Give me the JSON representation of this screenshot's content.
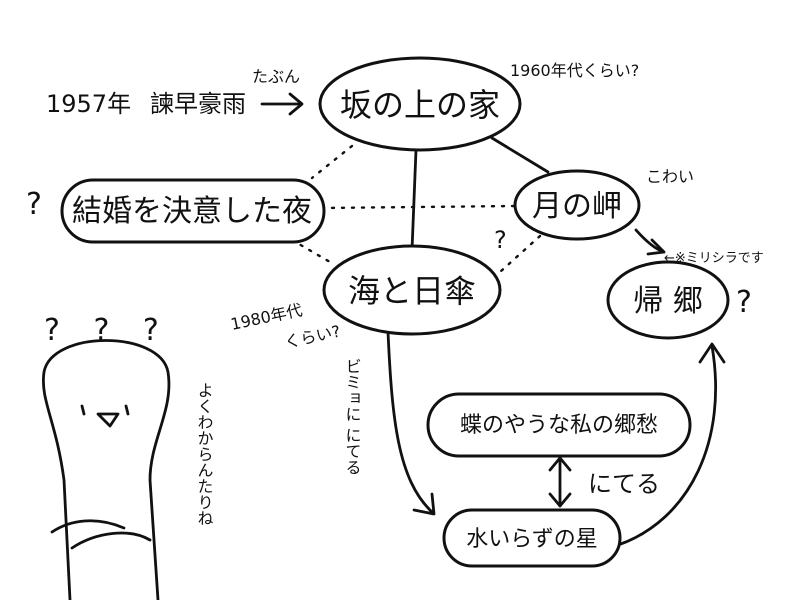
{
  "nodes": {
    "house": "坂の上の家",
    "night": "結婚を決意した夜",
    "moon": "月の岬",
    "sea": "海と日傘",
    "homecoming": "帰 郷",
    "nostalgia": "蝶のやうな私の郷愁",
    "star": "水いらずの星"
  },
  "annotations": {
    "year_1957": "1957年",
    "isahaya": "諫早豪雨",
    "tabun": "たぶん",
    "circa_1960s": "1960年代くらい?",
    "kowai": "こわい",
    "note_mirishira": "←※ミリシラです",
    "circa_1980s_line1": "1980年代",
    "circa_1980s_line2": "くらい?",
    "bimi_nitel": "ビミョに にてる",
    "niteru": "にてる",
    "q_night": "?",
    "q_homecoming": "?",
    "q_dotted": "?",
    "q_person": "? ? ?",
    "person_comment": "よくわからんたりね"
  }
}
